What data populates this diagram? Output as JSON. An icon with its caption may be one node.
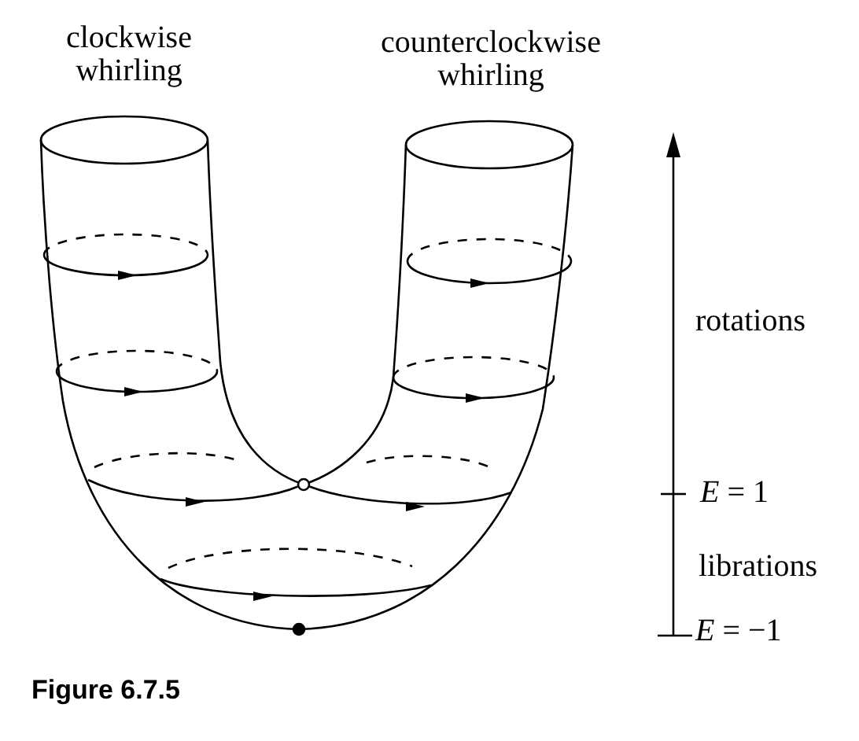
{
  "diagram": {
    "caption": "Figure 6.7.5",
    "labels": [
      "clockwise whirling",
      "counterclockwise whirling",
      "rotations",
      "*E* = 1",
      "librations",
      "*E* = −1"
    ]
  }
}
